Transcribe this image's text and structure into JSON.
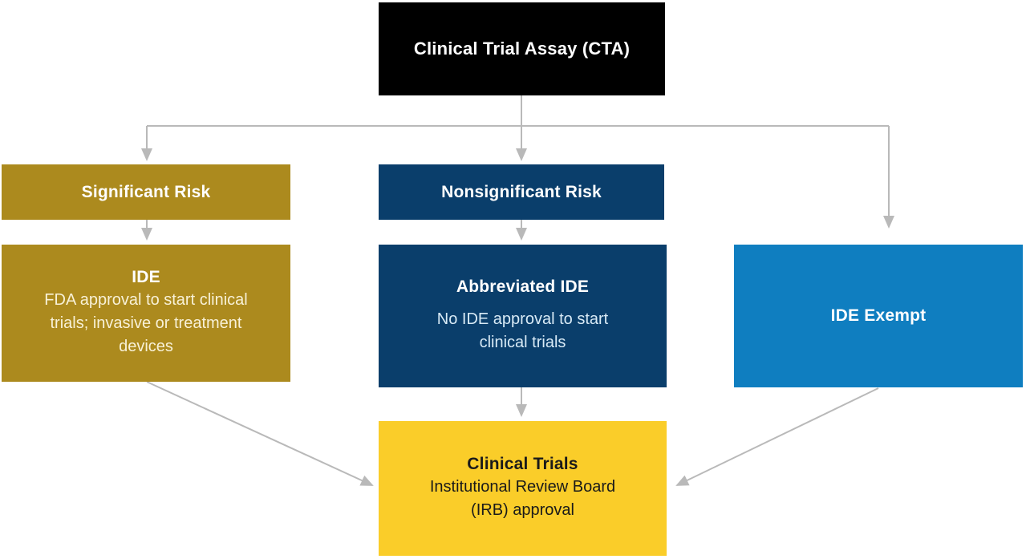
{
  "colors": {
    "background": "#ffffff",
    "cta_bg": "#000000",
    "gold_bg": "#AC8A1E",
    "navy_bg": "#0A3E6B",
    "blue_bg": "#0F7EC0",
    "yellow_bg": "#FACD29",
    "white_text": "#FFFFFF",
    "gold_body_text": "#F8F1D7",
    "navy_body_text": "#D8EAF6",
    "dark_text": "#1A1A1A",
    "arrow": "#B9B9B9"
  },
  "nodes": {
    "cta": {
      "title": "Clinical Trial Assay (CTA)"
    },
    "significant_risk": {
      "title": "Significant Risk"
    },
    "ide": {
      "title": "IDE",
      "body": "FDA approval to start clinical trials; invasive or treatment devices"
    },
    "nonsignificant_risk": {
      "title": "Nonsignificant Risk"
    },
    "abbreviated_ide": {
      "title": "Abbreviated IDE",
      "body": "No IDE approval to start clinical trials"
    },
    "ide_exempt": {
      "title": "IDE Exempt"
    },
    "clinical_trials": {
      "title": "Clinical Trials",
      "body": "Institutional Review Board (IRB) approval"
    }
  },
  "edges": [
    {
      "from": "Clinical Trial Assay (CTA)",
      "to": "Significant Risk"
    },
    {
      "from": "Clinical Trial Assay (CTA)",
      "to": "Nonsignificant Risk"
    },
    {
      "from": "Clinical Trial Assay (CTA)",
      "to": "IDE Exempt"
    },
    {
      "from": "Significant Risk",
      "to": "IDE"
    },
    {
      "from": "Nonsignificant Risk",
      "to": "Abbreviated IDE"
    },
    {
      "from": "Abbreviated IDE",
      "to": "Clinical Trials"
    },
    {
      "from": "IDE",
      "to": "Clinical Trials"
    },
    {
      "from": "IDE Exempt",
      "to": "Clinical Trials"
    }
  ]
}
